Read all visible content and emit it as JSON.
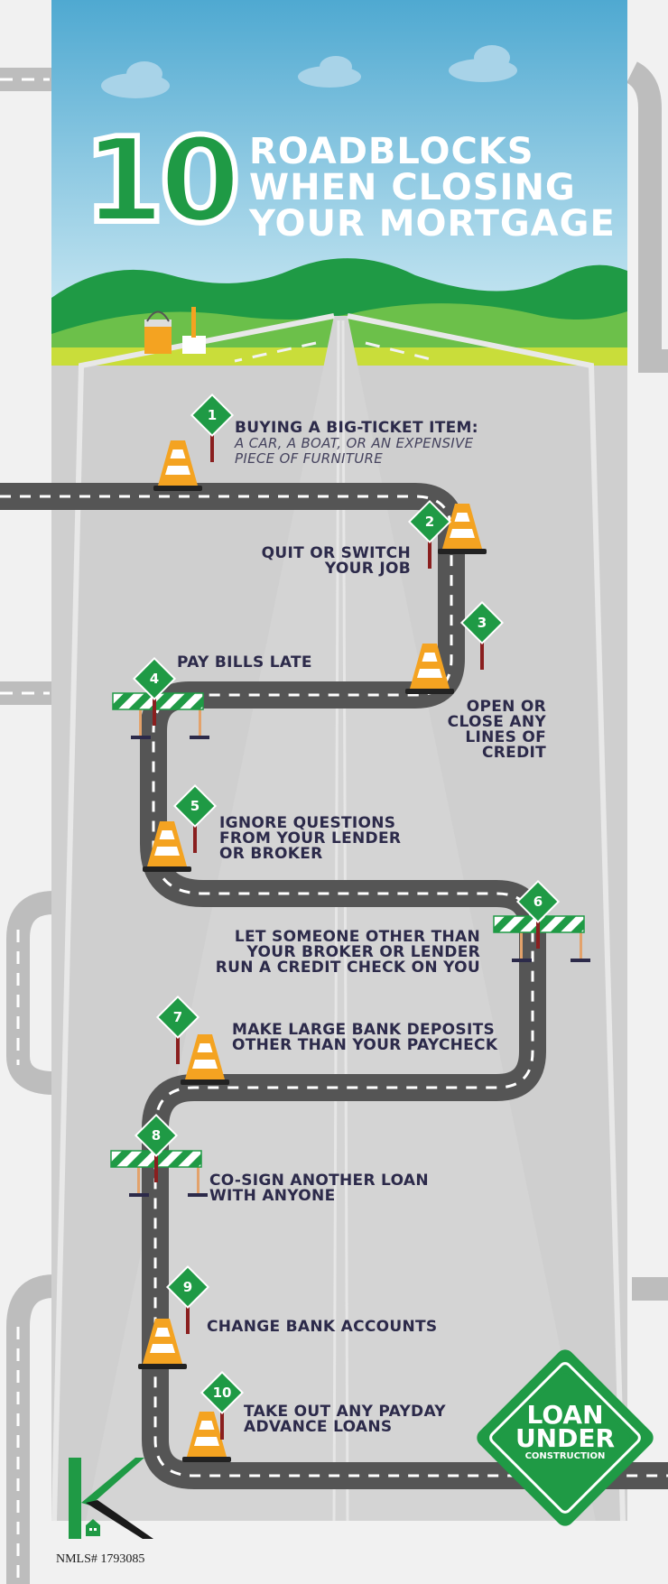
{
  "header": {
    "number": "10",
    "title_lines": [
      "ROADBLOCKS",
      "WHEN CLOSING",
      "YOUR MORTGAGE"
    ]
  },
  "steps": [
    {
      "number": "1",
      "title_lines": [
        "BUYING A BIG-TICKET ITEM:"
      ],
      "subtitle_lines": [
        "A CAR, A BOAT, OR AN EXPENSIVE",
        "PIECE  OF FURNITURE"
      ]
    },
    {
      "number": "2",
      "title_lines": [
        "QUIT OR SWITCH",
        "YOUR JOB"
      ]
    },
    {
      "number": "3",
      "title_lines": [
        "OPEN OR",
        "CLOSE ANY",
        "LINES OF",
        "CREDIT"
      ]
    },
    {
      "number": "4",
      "title_lines": [
        "PAY BILLS LATE"
      ]
    },
    {
      "number": "5",
      "title_lines": [
        "IGNORE QUESTIONS",
        "FROM YOUR LENDER",
        "OR BROKER"
      ]
    },
    {
      "number": "6",
      "title_lines": [
        "LET SOMEONE OTHER THAN",
        "YOUR BROKER OR LENDER",
        "RUN A CREDIT CHECK ON YOU"
      ]
    },
    {
      "number": "7",
      "title_lines": [
        "MAKE LARGE BANK DEPOSITS",
        "OTHER THAN YOUR PAYCHECK"
      ]
    },
    {
      "number": "8",
      "title_lines": [
        "CO-SIGN ANOTHER LOAN",
        "WITH ANYONE"
      ]
    },
    {
      "number": "9",
      "title_lines": [
        "CHANGE BANK ACCOUNTS"
      ]
    },
    {
      "number": "10",
      "title_lines": [
        "TAKE OUT ANY PAYDAY",
        "ADVANCE LOANS"
      ]
    }
  ],
  "badge": {
    "lines": [
      "LOAN",
      "UNDER",
      "CONSTRUCTION"
    ]
  },
  "footer": {
    "logo_letter": "K",
    "nmls": "NMLS# 1793085"
  },
  "colors": {
    "brand_green": "#1f9a45",
    "text_navy": "#2c2a4a",
    "road": "#5b5b5b",
    "cone": "#f4a321",
    "sky": "#5fb6d9"
  }
}
